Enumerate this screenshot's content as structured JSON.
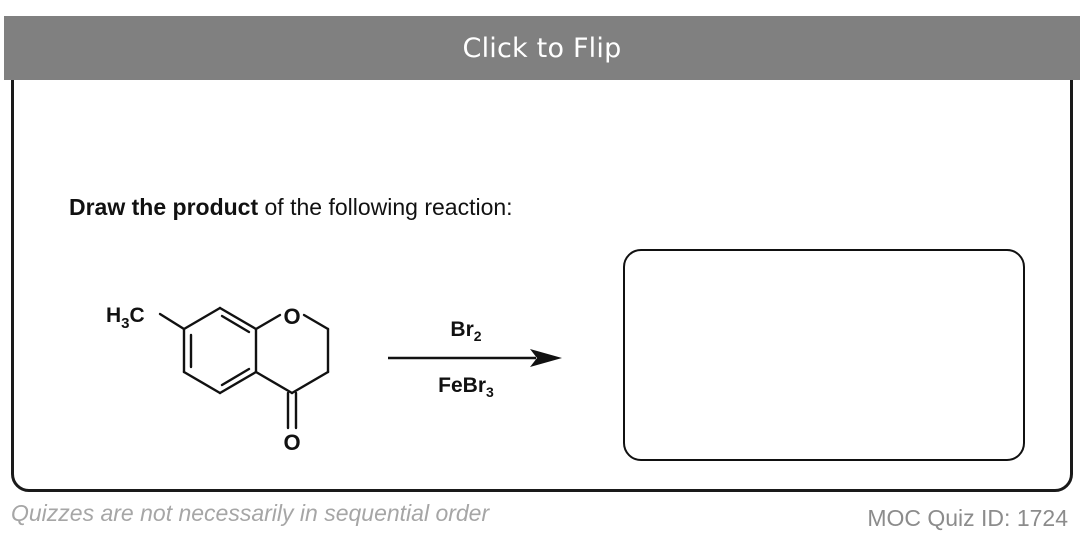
{
  "flip_bar": {
    "label": "Click to Flip"
  },
  "question": {
    "bold_text": "Draw the product",
    "rest_text": " of the following reaction:"
  },
  "molecule": {
    "methyl_label": "H",
    "methyl_sub": "3",
    "methyl_tail": "C",
    "ring_oxygen": "O",
    "carbonyl_oxygen": "O"
  },
  "reagents": {
    "top_main": "Br",
    "top_sub": "2",
    "bottom_main": "FeBr",
    "bottom_sub": "3"
  },
  "footer": {
    "note": "Quizzes are not necessarily in sequential order",
    "quiz_id": "MOC Quiz ID: 1724"
  },
  "colors": {
    "flip_bar_bg": "#808080",
    "card_border": "#1a1a1a",
    "footer_note": "#a6a6a6",
    "footer_id": "#8c8c8c"
  }
}
